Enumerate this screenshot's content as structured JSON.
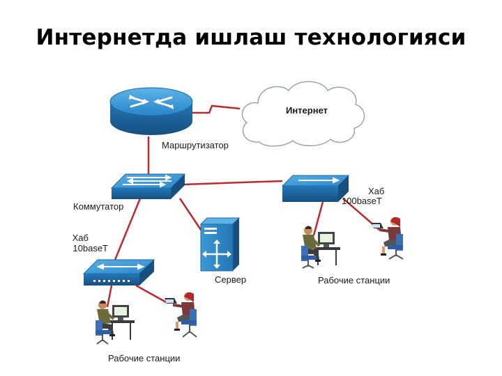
{
  "title": "Интернетда ишлаш технологияси",
  "nodes": {
    "internet": "Интернет",
    "router": "Маршрутизатор",
    "switch": "Коммутатор",
    "hub_left_line1": "Хаб",
    "hub_left_line2": "10baseT",
    "hub_right_line1": "Хаб",
    "hub_right_line2": "100baseT",
    "server": "Сервер",
    "workstations_left": "Рабочие станции",
    "workstations_right": "Рабочие станции"
  },
  "colors": {
    "link": "#c0282d",
    "device_blue": "#2f8fd0",
    "device_dark": "#1b5f96",
    "cloud_stroke": "#9aa5b1"
  }
}
